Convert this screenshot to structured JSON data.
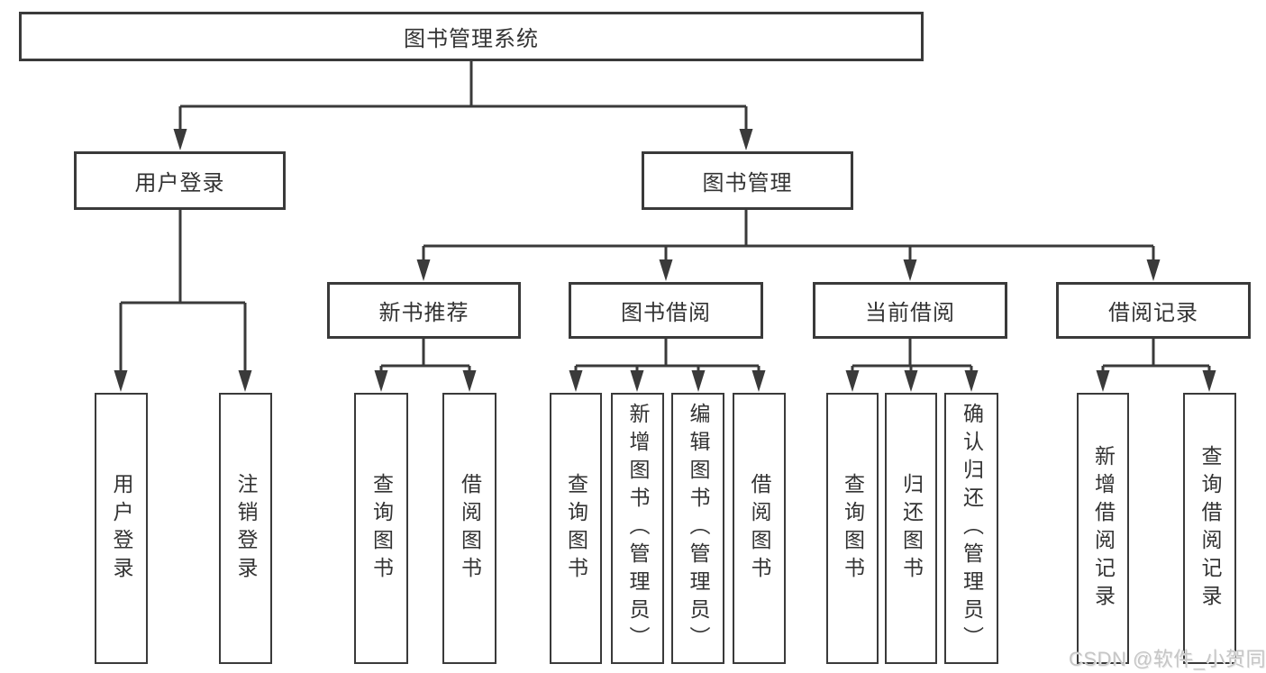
{
  "diagram": {
    "type": "tree",
    "root": {
      "label": "图书管理系统"
    },
    "branches": [
      {
        "label": "用户登录",
        "children": [
          {
            "label": "用户登录"
          },
          {
            "label": "注销登录"
          }
        ]
      },
      {
        "label": "图书管理",
        "children": [
          {
            "label": "新书推荐",
            "children": [
              {
                "label": "查询图书"
              },
              {
                "label": "借阅图书"
              }
            ]
          },
          {
            "label": "图书借阅",
            "children": [
              {
                "label": "查询图书"
              },
              {
                "label": "新增图书（管理员）"
              },
              {
                "label": "编辑图书（管理员）"
              },
              {
                "label": "借阅图书"
              }
            ]
          },
          {
            "label": "当前借阅",
            "children": [
              {
                "label": "查询图书"
              },
              {
                "label": "归还图书"
              },
              {
                "label": "确认归还（管理员）"
              }
            ]
          },
          {
            "label": "借阅记录",
            "children": [
              {
                "label": "新增借阅记录"
              },
              {
                "label": "查询借阅记录"
              }
            ]
          }
        ]
      }
    ]
  },
  "watermark": {
    "text": "CSDN @软件_小贺同学"
  },
  "colors": {
    "line": "#3a3a3a",
    "box_border": "#3a3a3a",
    "text": "#333333",
    "watermark": "#c6c6c6",
    "background": "#ffffff"
  }
}
